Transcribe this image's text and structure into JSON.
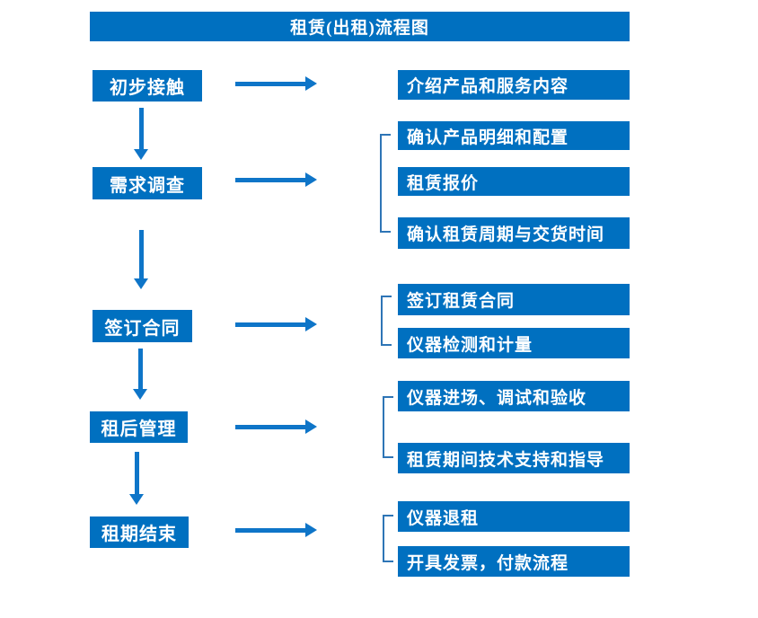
{
  "title": "租赁(出租)流程图",
  "colors": {
    "box_blue": "#0070c0",
    "arrow_blue": "#0e75c8",
    "bracket_blue": "#2e75b6",
    "text_white": "#ffffff",
    "page_bg": "#ffffff"
  },
  "steps": [
    {
      "label": "初步接触",
      "outputs": [
        "介绍产品和服务内容"
      ]
    },
    {
      "label": "需求调查",
      "outputs": [
        "确认产品明细和配置",
        "租赁报价",
        "确认租赁周期与交货时间"
      ]
    },
    {
      "label": "签订合同",
      "outputs": [
        "签订租赁合同",
        "仪器检测和计量"
      ]
    },
    {
      "label": "租后管理",
      "outputs": [
        "仪器进场、调试和验收",
        "租赁期间技术支持和指导"
      ]
    },
    {
      "label": "租期结束",
      "outputs": [
        "仪器退租",
        "开具发票，付款流程"
      ]
    }
  ]
}
